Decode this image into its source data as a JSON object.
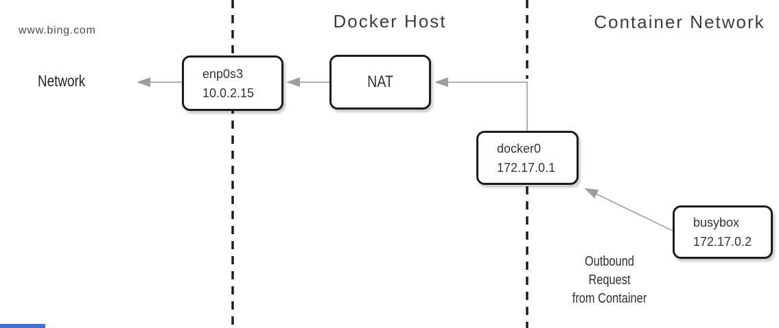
{
  "diagram": {
    "watermark": "www.bing.com",
    "sections": {
      "docker_host": {
        "title": "Docker Host"
      },
      "container_network": {
        "title": "Container Network"
      }
    },
    "nodes": {
      "network": {
        "label": "Network"
      },
      "enp0s3": {
        "name": "enp0s3",
        "ip": "10.0.2.15"
      },
      "nat": {
        "label": "NAT"
      },
      "docker0": {
        "name": "docker0",
        "ip": "172.17.0.1"
      },
      "busybox": {
        "name": "busybox",
        "ip": "172.17.0.2"
      }
    },
    "caption": {
      "line1": "Outbound",
      "line2": "Request",
      "line3": "from Container"
    },
    "colors": {
      "connector_gray": "#a6a6a6",
      "arrowhead_gray": "#9e9e9e",
      "dashed_line_black": "#1b1b1b",
      "box_border_black": "#1b1b1b",
      "title_text": "#3d3d3d",
      "body_text": "#333333",
      "accent_bar_blue": "#4472c4"
    }
  }
}
